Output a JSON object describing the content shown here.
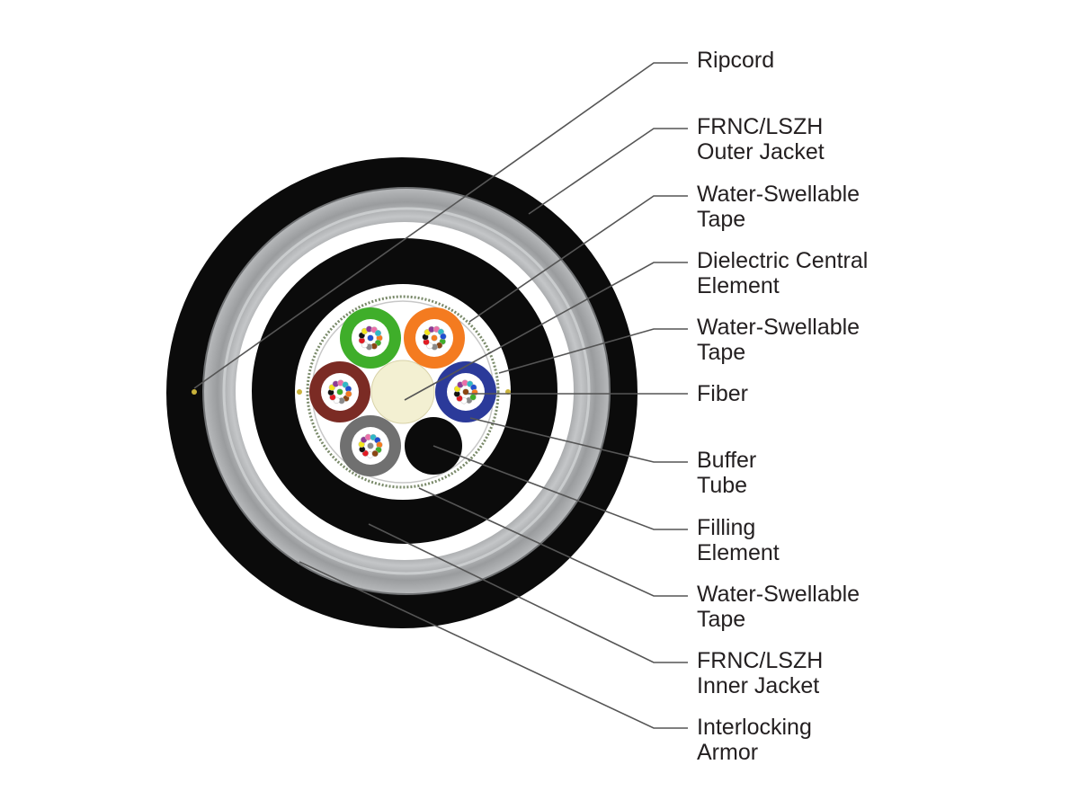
{
  "labels": [
    {
      "id": "ripcord",
      "lines": [
        "Ripcord"
      ]
    },
    {
      "id": "outer-jacket",
      "lines": [
        "FRNC/LSZH",
        "Outer Jacket"
      ]
    },
    {
      "id": "water-tape-1",
      "lines": [
        "Water-Swellable",
        "Tape"
      ]
    },
    {
      "id": "central-element",
      "lines": [
        "Dielectric Central",
        "Element"
      ]
    },
    {
      "id": "water-tape-2",
      "lines": [
        "Water-Swellable",
        "Tape"
      ]
    },
    {
      "id": "fiber",
      "lines": [
        "Fiber"
      ]
    },
    {
      "id": "buffer-tube",
      "lines": [
        "Buffer",
        "Tube"
      ]
    },
    {
      "id": "filling-element",
      "lines": [
        "Filling",
        "Element"
      ]
    },
    {
      "id": "water-tape-3",
      "lines": [
        "Water-Swellable",
        "Tape"
      ]
    },
    {
      "id": "inner-jacket",
      "lines": [
        "FRNC/LSZH",
        "Inner Jacket"
      ]
    },
    {
      "id": "armor",
      "lines": [
        "Interlocking",
        "Armor"
      ]
    }
  ],
  "colors": {
    "jacket": "#0b0b0b",
    "armor": "#a4a6a8",
    "tape": "#ffffff",
    "central_element": "#f3f0d2",
    "leader_line": "#555555",
    "buffer_tubes": [
      "#3fae2a",
      "#f47b20",
      "#7b2b24",
      "#2b3a9a",
      "#707070"
    ],
    "fiber_colors": [
      "#1f4fd1",
      "#f47b20",
      "#3fae2a",
      "#8b4513",
      "#8a8a8a",
      "#ffffff",
      "#e31b23",
      "#111111",
      "#f5e61c",
      "#8e3a96",
      "#ec6fa9",
      "#2fb8c6"
    ]
  }
}
